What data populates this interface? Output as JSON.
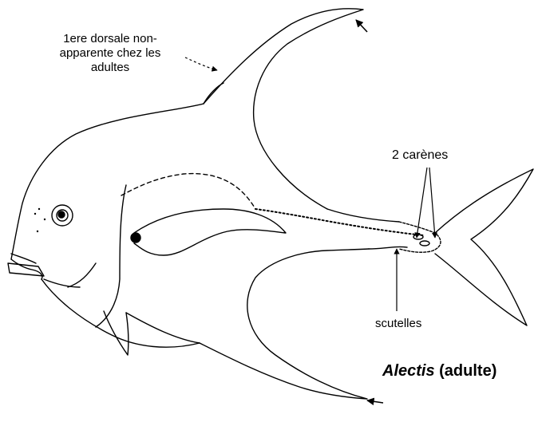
{
  "labels": {
    "dorsal_line1": "1ere dorsale non-",
    "dorsal_line2": "apparente chez les",
    "dorsal_line3": "adultes",
    "carenes": "2 carènes",
    "scutelles": "scutelles",
    "title_genus": "Alectis",
    "title_stage": " (adulte)"
  },
  "colors": {
    "ink": "#000000",
    "background": "#ffffff"
  },
  "icons": [
    "arrow-icon"
  ]
}
